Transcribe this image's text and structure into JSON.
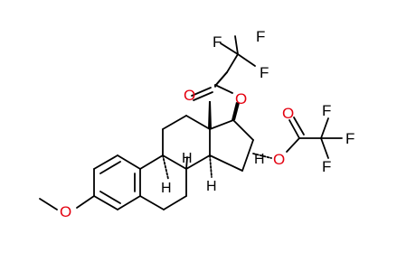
{
  "molecule": {
    "atom_labels": {
      "f1": "F",
      "f2": "F",
      "f3": "F",
      "f4": "F",
      "f5": "F",
      "f6": "F",
      "o_ester1_carbonyl": "O",
      "o_ester1_link": "O",
      "o_ester2_carbonyl": "O",
      "o_ester2_link": "O",
      "o_methoxy": "O",
      "h9": "H",
      "h8": "H",
      "h14": "H",
      "h16": "H"
    },
    "colors": {
      "bond": "#000000",
      "heteroatom": "#e4000f",
      "hydrogen": "#000000"
    }
  }
}
